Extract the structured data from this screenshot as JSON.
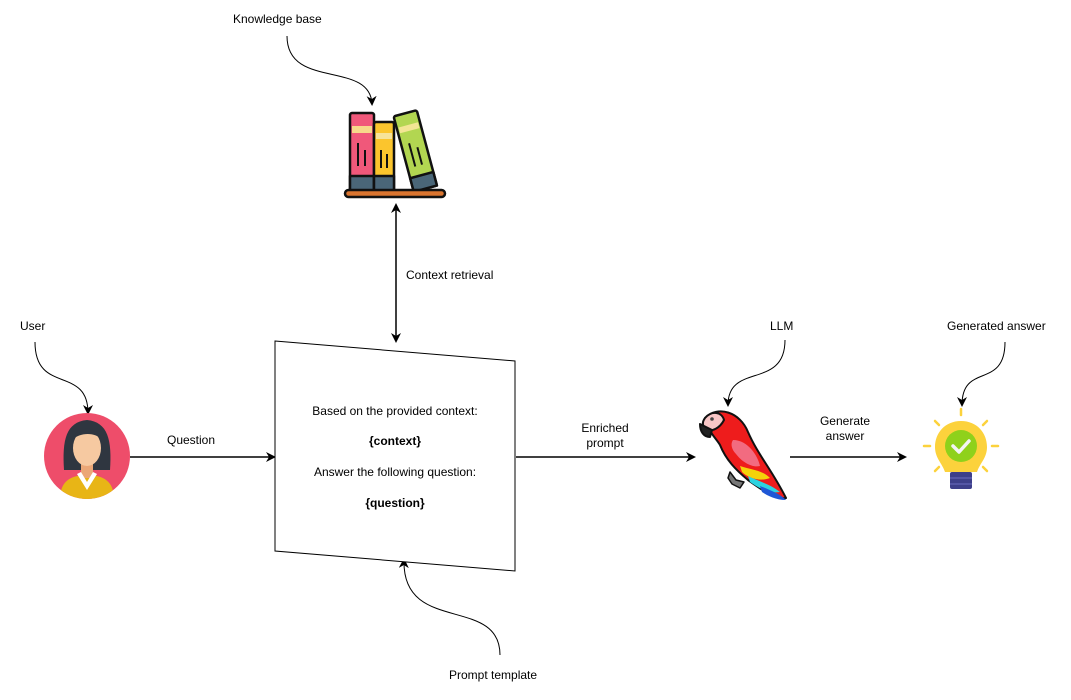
{
  "nodes": {
    "knowledge_base": {
      "label": "Knowledge base",
      "icon": "books-icon"
    },
    "user": {
      "label": "User",
      "icon": "user-avatar-icon"
    },
    "prompt_template": {
      "label": "Prompt template",
      "lines": [
        {
          "text": "Based on the provided context:",
          "bold": false
        },
        {
          "text": "{context}",
          "bold": true
        },
        {
          "text": "Answer the following question:",
          "bold": false
        },
        {
          "text": "{question}",
          "bold": true
        }
      ]
    },
    "llm": {
      "label": "LLM",
      "icon": "parrot-icon"
    },
    "generated_answer": {
      "label": "Generated answer",
      "icon": "lightbulb-check-icon"
    }
  },
  "edges": {
    "question": {
      "label": "Question",
      "from": "user",
      "to": "prompt_template"
    },
    "context_retrieval": {
      "label": "Context retrieval",
      "from": "knowledge_base",
      "to": "prompt_template",
      "bidirectional": true
    },
    "enriched_prompt": {
      "label_line1": "Enriched",
      "label_line2": "prompt",
      "from": "prompt_template",
      "to": "llm"
    },
    "generate_answer": {
      "label_line1": "Generate",
      "label_line2": "answer",
      "from": "llm",
      "to": "generated_answer"
    }
  },
  "colors": {
    "books_pink": "#f0587a",
    "books_yellow": "#fbc52d",
    "books_green": "#b2d651",
    "books_base": "#4a6678",
    "shelf": "#d9742f",
    "avatar_bg": "#ee4d6a",
    "avatar_shirt": "#e8b516",
    "avatar_hair": "#2f3640",
    "avatar_skin": "#f6c9a1",
    "parrot_red": "#ee1c1c",
    "parrot_pink": "#f26b80",
    "parrot_yellow": "#f5d20a",
    "parrot_cyan": "#2cd3e0",
    "parrot_blue": "#1f57d6",
    "bulb_yellow": "#fcd23c",
    "bulb_green": "#8fd11b",
    "bulb_base": "#3d3f8a"
  }
}
